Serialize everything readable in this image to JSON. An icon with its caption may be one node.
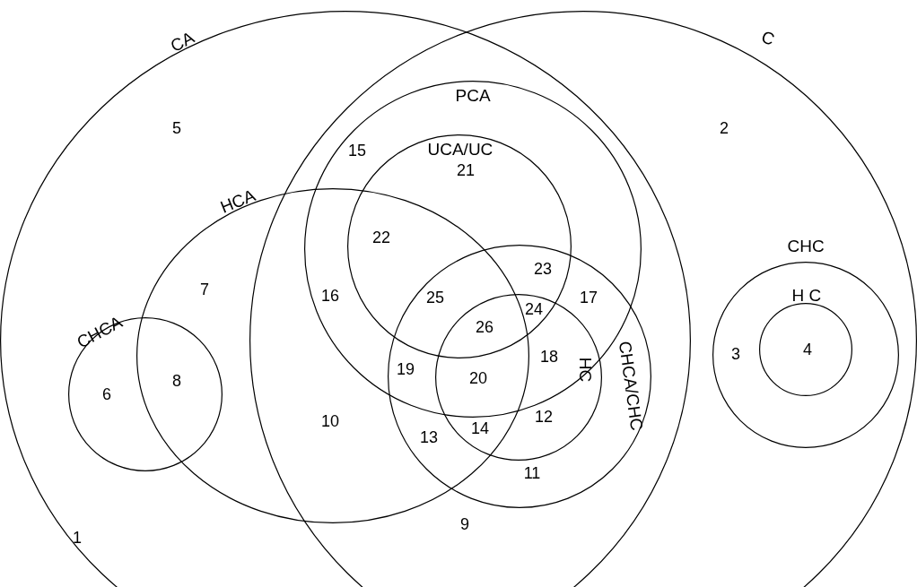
{
  "diagram": {
    "nodes": [
      {
        "text": [
          "CA"
        ]
      },
      {
        "text": [
          "C"
        ]
      },
      {
        "text": [
          "PCA"
        ]
      },
      {
        "text": [
          "UCA/UC"
        ],
        "in": 2
      },
      {
        "text": [
          "HCA"
        ],
        "in": 0
      },
      {
        "text": [
          "CHCA/CHC"
        ]
      },
      {
        "text": [
          "CHC"
        ],
        "in": 1
      },
      {
        "text": [
          "H C"
        ],
        "in": 6
      },
      {
        "text": [
          "CHCA"
        ],
        "in": 0
      },
      {
        "text": [
          "HC"
        ],
        "in": 5
      }
    ],
    "edges": [],
    "labels": [
      "5",
      "2",
      "15",
      "21",
      "22",
      "23",
      "7",
      "16",
      "17",
      "25",
      "24",
      "26",
      "4",
      "3",
      "18",
      "19",
      "8",
      "20",
      "6",
      "12",
      "10",
      "14",
      "13",
      "11",
      "9",
      "1"
    ]
  }
}
